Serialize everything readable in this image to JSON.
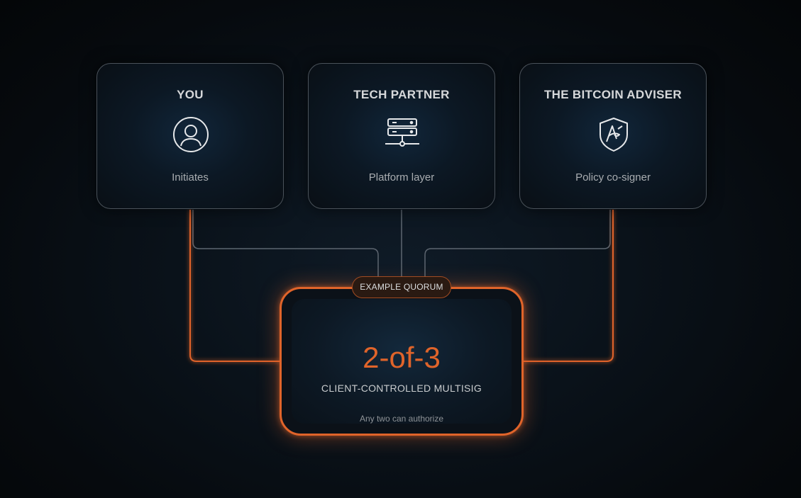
{
  "participants": [
    {
      "title": "YOU",
      "subtitle": "Initiates",
      "icon": "user-icon"
    },
    {
      "title": "TECH PARTNER",
      "subtitle": "Platform layer",
      "icon": "server-icon"
    },
    {
      "title": "THE BITCOIN ADVISER",
      "subtitle": "Policy co-signer",
      "icon": "shield-signature-icon"
    }
  ],
  "quorum": {
    "badge": "EXAMPLE QUORUM",
    "value": "2-of-3",
    "label": "CLIENT-CONTROLLED MULTISIG",
    "note": "Any two can authorize"
  },
  "colors": {
    "accent": "#e0642a",
    "connector_gray": "#5d6670",
    "card_border": "#4a525a",
    "background": "#070b10"
  }
}
